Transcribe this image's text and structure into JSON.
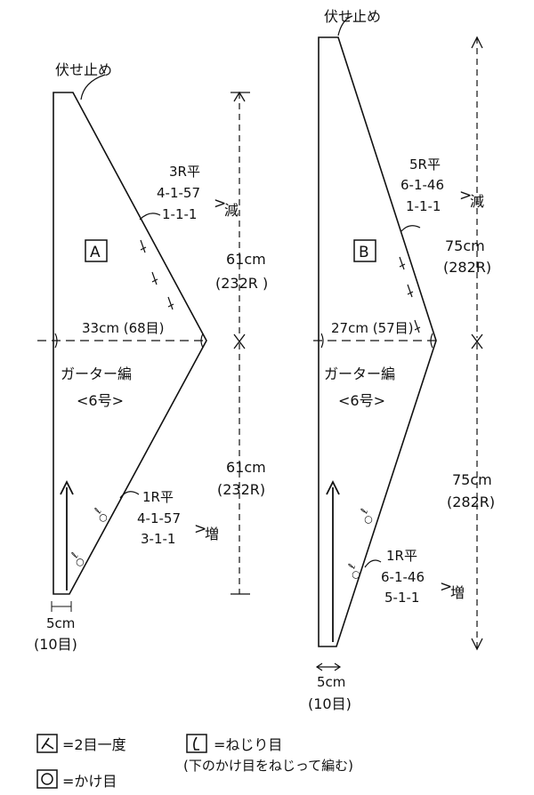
{
  "diagram_a": {
    "bind_off": "伏せ止め",
    "label": "A",
    "dec_rows": [
      "3R平",
      "4-1-57",
      "1-1-1"
    ],
    "dec_word": "減",
    "upper_height": "61cm",
    "upper_rows": "(232R )",
    "width": "33cm (68目)",
    "stitch": "ガーター編",
    "needle": "<6号>",
    "lower_height": "61cm",
    "lower_rows": "(232R)",
    "inc_rows": [
      "1R平",
      "4-1-57",
      "3-1-1"
    ],
    "inc_word": "増",
    "base_cm": "5cm",
    "base_sts": "(10目)"
  },
  "diagram_b": {
    "bind_off": "伏せ止め",
    "label": "B",
    "dec_rows": [
      "5R平",
      "6-1-46",
      "1-1-1"
    ],
    "dec_word": "減",
    "upper_height": "75cm",
    "upper_rows": "(282R)",
    "width": "27cm (57目)",
    "stitch": "ガーター編",
    "needle": "<6号>",
    "lower_height": "75cm",
    "lower_rows": "(282R)",
    "inc_rows": [
      "1R平",
      "6-1-46",
      "5-1-1"
    ],
    "inc_word": "増",
    "base_cm": "5cm",
    "base_sts": "(10目)"
  },
  "legend": {
    "k2tog": "=2目一度",
    "twisted": "=ねじり目",
    "twisted_note": "(下のかけ目をねじって編む)",
    "yo": "=かけ目"
  }
}
